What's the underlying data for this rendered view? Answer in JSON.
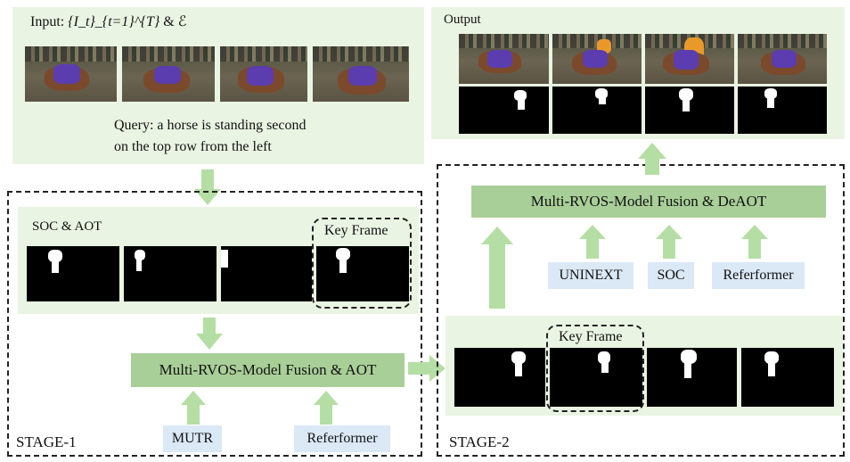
{
  "input": {
    "label_prefix": "Input: ",
    "label_math": "{I_t}_{t=1}^{T}",
    "label_suffix": " & ℰ",
    "query_line1": "Query: a horse is standing second",
    "query_line2": "on the top row from the left"
  },
  "output": {
    "label": "Output"
  },
  "stage1": {
    "name": "STAGE-1",
    "soc_aot_label": "SOC & AOT",
    "key_frame_label": "Key Frame",
    "fusion_label": "Multi-RVOS-Model Fusion & AOT",
    "models": [
      "MUTR",
      "Referformer"
    ]
  },
  "stage2": {
    "name": "STAGE-2",
    "key_frame_label": "Key Frame",
    "fusion_label": "Multi-RVOS-Model Fusion & DeAOT",
    "models": [
      "UNINEXT",
      "SOC",
      "Referformer"
    ]
  },
  "colors": {
    "panel_bg": "#eaf4e3",
    "fusion_bg": "#a9cf98",
    "model_bg": "#dbe8f6",
    "arrow": "#b5dea4",
    "dashed_border": "#222222"
  }
}
